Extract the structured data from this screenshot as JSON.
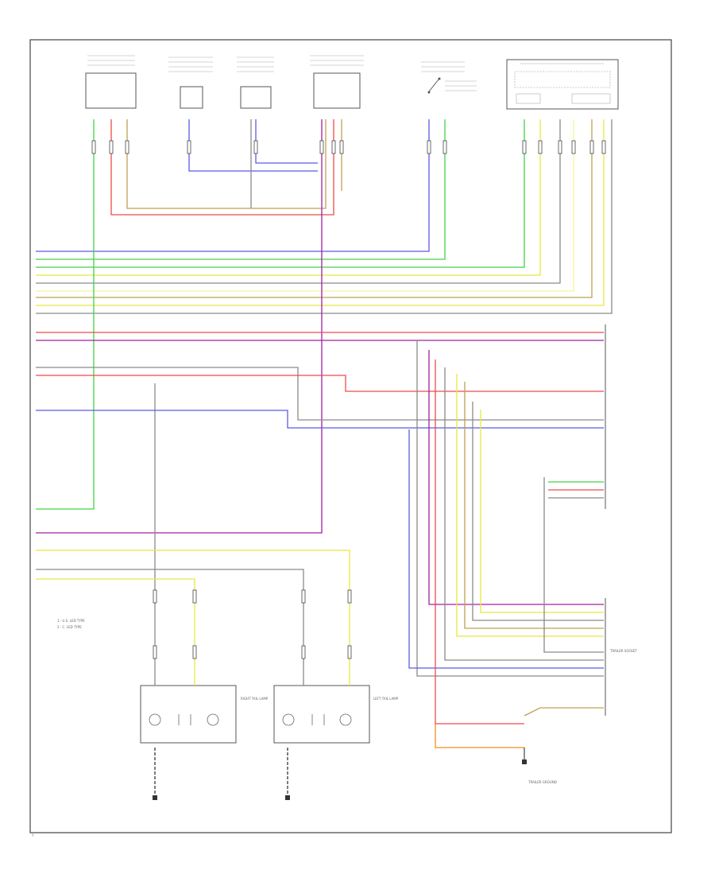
{
  "title_block": {
    "code": "Y"
  },
  "colors": {
    "red": "#ef4a4a",
    "green": "#44d244",
    "blue": "#5a5ae8",
    "yellow": "#e8e840",
    "violet": "#a020a0",
    "gray": "#8a8a8a",
    "tan": "#c0a050",
    "orange": "#f09020",
    "black": "#333333",
    "white": "#dddddd",
    "light_yellow": "#f4f49a"
  },
  "legend": {
    "line_1": "1 - U.S. LED TYPE",
    "line_2": "2 - C. LED TYPE"
  },
  "components": {
    "top_left_control": "",
    "left_sensor": "",
    "right_sensor": "",
    "lamp_control_module": "",
    "trailer_tow_control": "",
    "right_tail_lamp": "RIGHT TAIL LAMP",
    "left_tail_lamp": "LEFT TAIL LAMP",
    "trailer_socket": "TRAILER SOCKET",
    "trailer_ground": "TRAILER GROUND"
  }
}
